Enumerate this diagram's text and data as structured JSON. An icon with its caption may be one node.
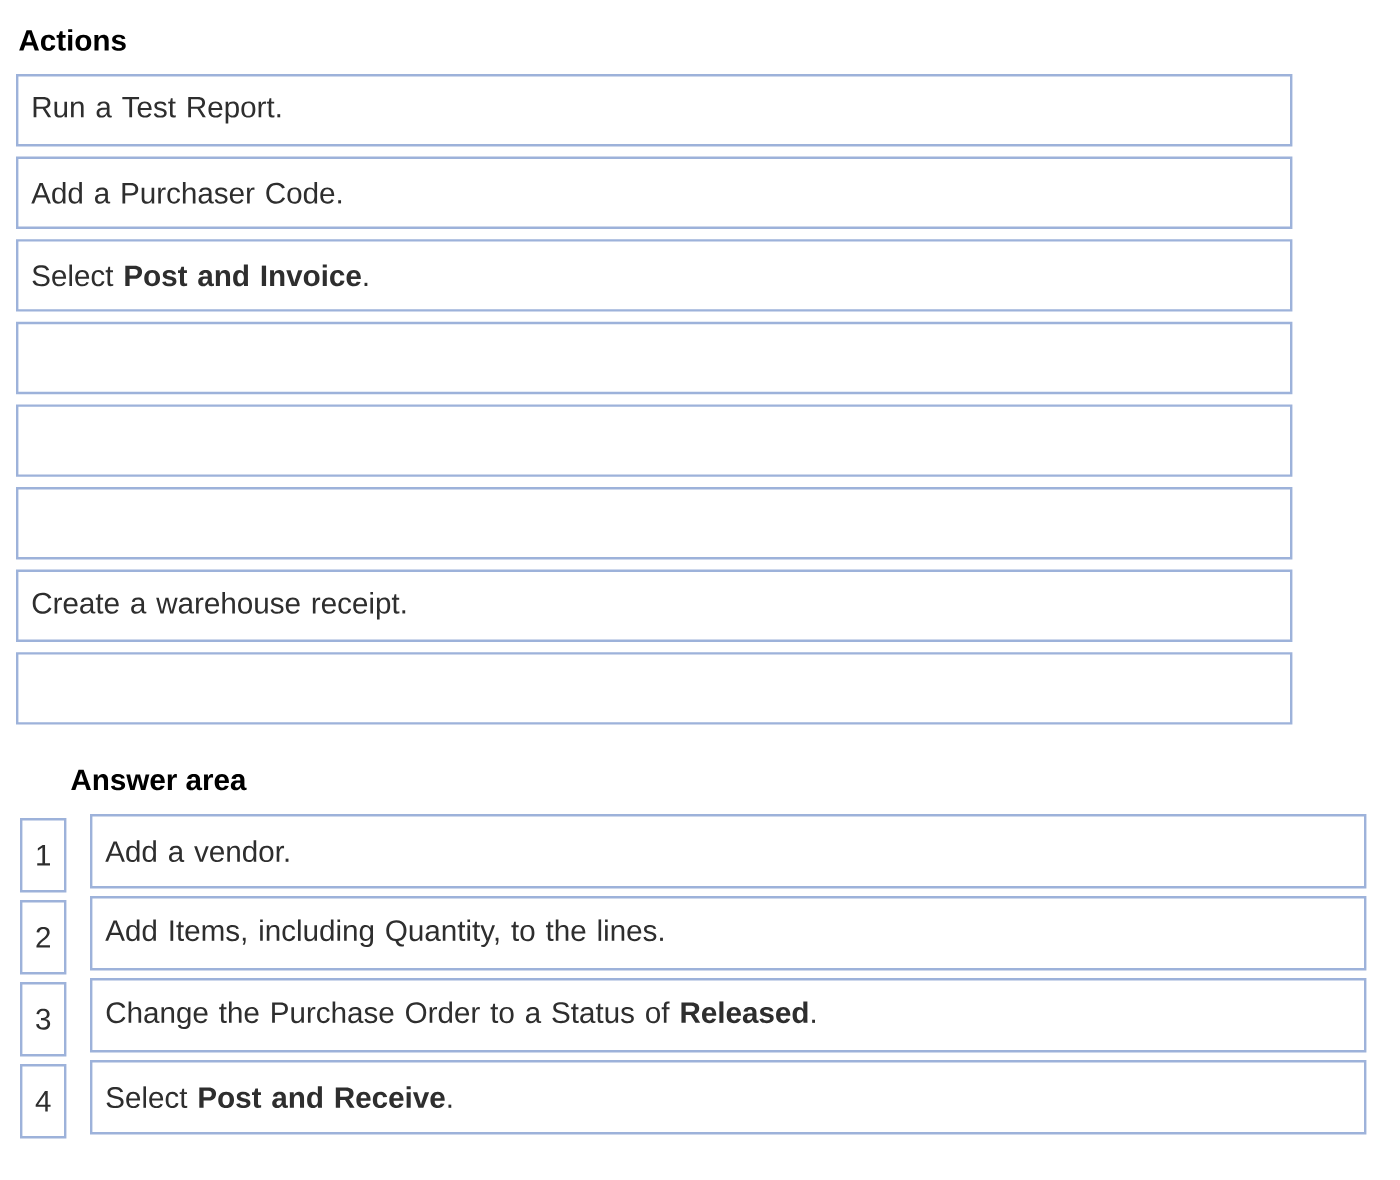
{
  "diagram": {
    "nodes": [
      {
        "text": [
          "Run a Test Report."
        ]
      },
      {
        "text": [
          "Add a Purchaser Code."
        ]
      },
      {
        "text": [
          "Select **Post and Invoice**."
        ]
      },
      {
        "text": [],
        "shape": "box"
      },
      {
        "text": [],
        "shape": "box"
      },
      {
        "text": [],
        "shape": "box"
      },
      {
        "text": [
          "Create a warehouse receipt."
        ]
      },
      {
        "text": [],
        "shape": "box"
      },
      {
        "text": [
          "1"
        ]
      },
      {
        "text": [
          "Add a vendor."
        ]
      },
      {
        "text": [
          "2"
        ]
      },
      {
        "text": [
          "Add Items, including Quantity, to the lines."
        ]
      },
      {
        "text": [
          "3"
        ]
      },
      {
        "text": [
          "Change the Purchase Order to a Status of **Released**."
        ]
      },
      {
        "text": [
          "4"
        ]
      },
      {
        "text": [
          "Select **Post and Receive**."
        ]
      }
    ],
    "labels": [
      "Actions",
      "Answer area"
    ]
  }
}
